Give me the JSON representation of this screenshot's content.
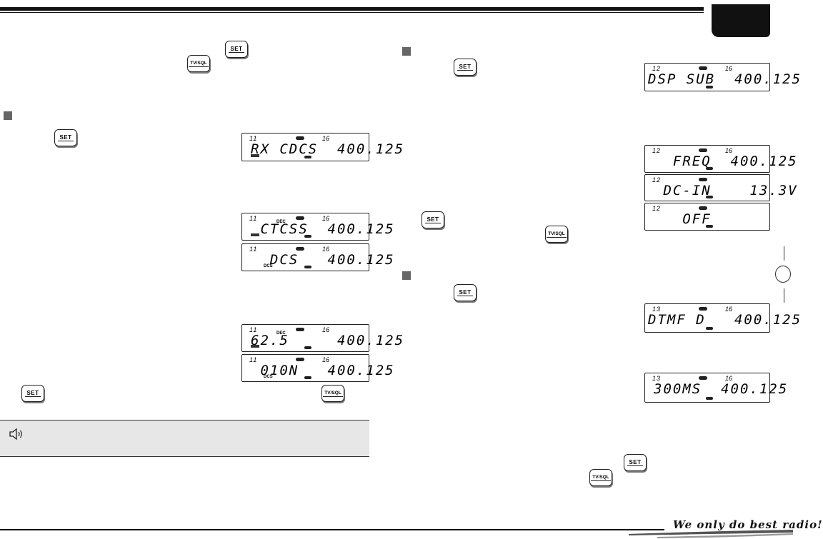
{
  "keys": {
    "set": "SET",
    "tvsql": "TV/SQL"
  },
  "displays": {
    "rx_cdcs": {
      "ch": "11",
      "vol": "16",
      "text": "RX CDCS  400.125"
    },
    "ctcss": {
      "ch": "11",
      "vol": "16",
      "tone": "DEC",
      "text": " CTCSS  400.125"
    },
    "dcs": {
      "ch": "11",
      "vol": "16",
      "tag": "DCS",
      "text": "  DCS   400.125"
    },
    "tone_625": {
      "ch": "11",
      "vol": "16",
      "tone": "DEC",
      "text": "62.5     400.125"
    },
    "code_010n": {
      "ch": "11",
      "vol": "16",
      "tag": "DCS",
      "text": " 010N   400.125"
    },
    "dsp_sub": {
      "ch": "12",
      "vol": "16",
      "text": "DSP SUB  400.125"
    },
    "freq": {
      "ch": "12",
      "vol": "16",
      "text": "  FREQ  400.125"
    },
    "dc_in": {
      "ch": "12",
      "text": " DC-IN    13.3V"
    },
    "off": {
      "ch": "12",
      "text": "   OFF"
    },
    "dtmf_d": {
      "ch": "13",
      "vol": "16",
      "text": "DTMF D   400.125"
    },
    "ms300": {
      "ch": "13",
      "vol": "16",
      "text": "300MS  400.125"
    }
  },
  "footer": {
    "slogan": "We only do best radio!"
  },
  "icons": {
    "speaker": "speaker-icon",
    "marker": "square-marker"
  }
}
